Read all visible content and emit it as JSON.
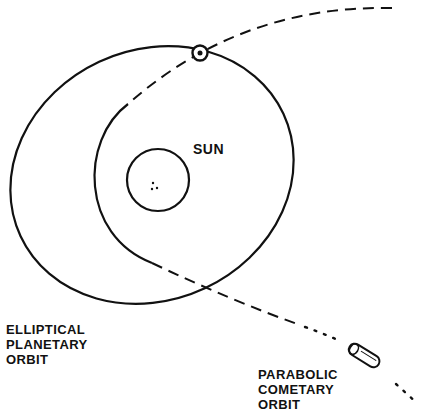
{
  "diagram": {
    "nodes": [
      {
        "text": [
          "SUN"
        ]
      }
    ],
    "labels": [
      "ELLIPTICAL PLANETARY ORBIT",
      "PARABOLIC COMETARY ORBIT"
    ]
  }
}
